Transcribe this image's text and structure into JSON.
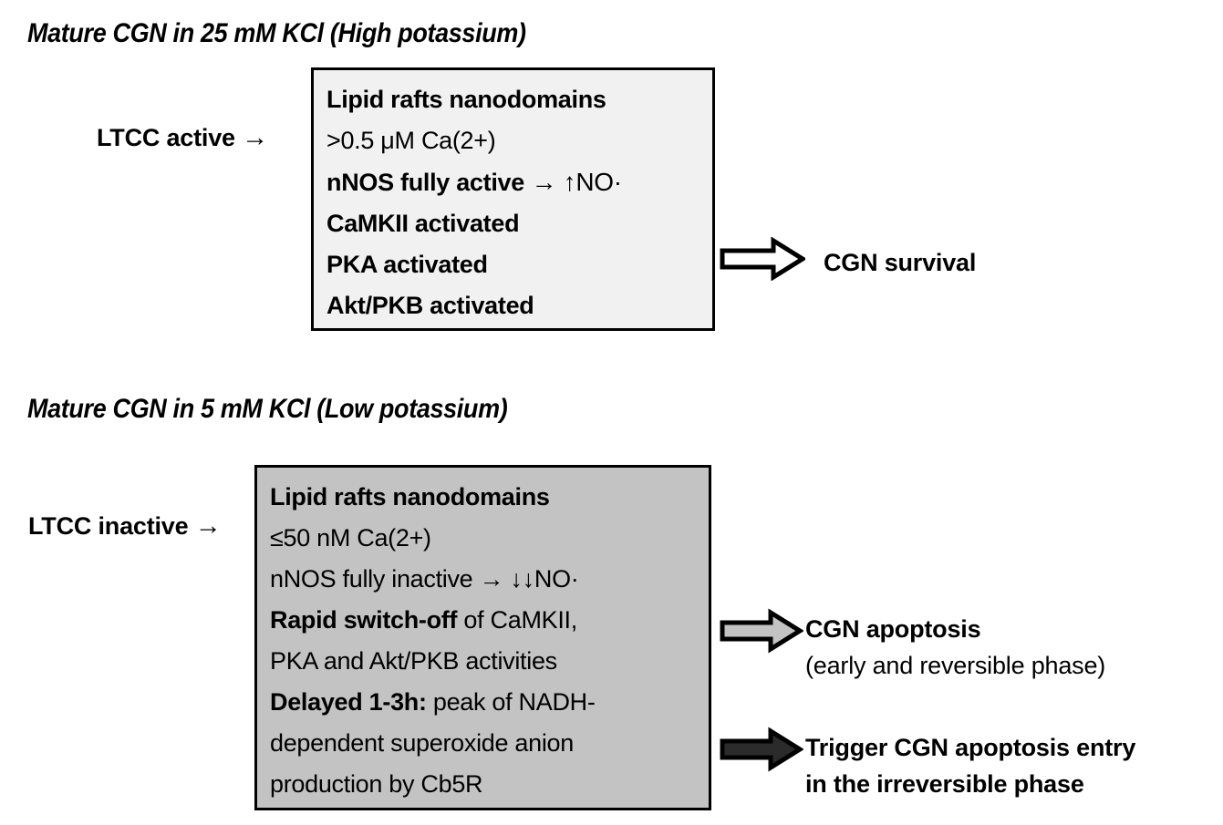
{
  "figure": {
    "sections": [
      {
        "title": "Mature CGN in 25 mM KCl (High potassium)",
        "channel_label": "LTCC active",
        "channel_arrow": "→",
        "box": {
          "fill": "#f1f1f1",
          "lines": [
            {
              "bold": "Lipid rafts nanodomains",
              "normal": ""
            },
            {
              "bold": "",
              "normal": ">0.5 μM Ca(2+)"
            },
            {
              "bold": "nNOS fully active",
              "normal": " → ↑NO·"
            },
            {
              "bold": "CaMKII activated",
              "normal": ""
            },
            {
              "bold": "PKA activated",
              "normal": ""
            },
            {
              "bold": "Akt/PKB activated",
              "normal": ""
            }
          ]
        },
        "outcomes": [
          {
            "arrow_style": "hollow",
            "arrow_fill": "#ffffff",
            "headline": "CGN survival",
            "subline": ""
          }
        ]
      },
      {
        "title": "Mature CGN in 5 mM KCl (Low potassium)",
        "channel_label": "LTCC inactive",
        "channel_arrow": "→",
        "box": {
          "fill": "#c3c3c3",
          "lines": [
            {
              "bold": "Lipid rafts nanodomains",
              "normal": ""
            },
            {
              "bold": "",
              "normal": "≤50 nM Ca(2+)"
            },
            {
              "bold": "",
              "normal": "nNOS fully inactive → ↓↓NO·"
            },
            {
              "bold": "Rapid switch-off",
              "normal": " of CaMKII,"
            },
            {
              "bold": "",
              "normal": "PKA and Akt/PKB activities"
            },
            {
              "bold": "Delayed 1-3h:",
              "normal": " peak of NADH-"
            },
            {
              "bold": "",
              "normal": "dependent superoxide anion"
            },
            {
              "bold": "",
              "normal": "production by Cb5R"
            }
          ]
        },
        "outcomes": [
          {
            "arrow_style": "gray",
            "arrow_fill": "#c3c3c3",
            "headline": "CGN apoptosis",
            "subline": "(early and reversible phase)"
          },
          {
            "arrow_style": "dark",
            "arrow_fill": "#2b2b2b",
            "headline": "Trigger CGN apoptosis entry",
            "subline": "in the irreversible phase"
          }
        ]
      }
    ]
  }
}
